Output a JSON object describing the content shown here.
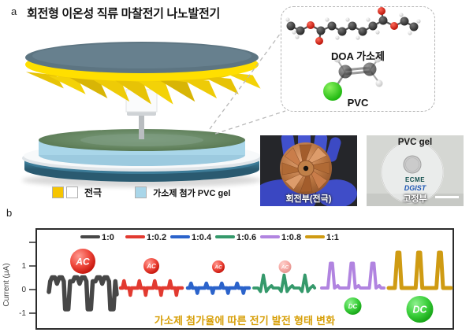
{
  "figure": {
    "panel_a": {
      "label": "a",
      "title": "회전형 이온성 직류 마찰전기 나노발전기",
      "inset": {
        "molecule_1_label": "DOA 가소제",
        "molecule_2_label": "PVC"
      },
      "legend": {
        "electrode": {
          "label": "전극",
          "swatch_colors": [
            "#f6c500",
            "#ffffff"
          ]
        },
        "gel": {
          "label": "가소제 첨가 PVC gel",
          "swatch_color": "#a9d6e9"
        }
      },
      "photo_rotor": {
        "caption": "회전부(전극)"
      },
      "photo_gel": {
        "title": "PVC gel",
        "logo_1": "ECME",
        "logo_2": "DGIST",
        "caption": "고정부"
      }
    },
    "panel_b": {
      "label": "b",
      "caption": "가소제 첨가율에 따른 전기 발전 형태 변화"
    }
  },
  "chart_data": {
    "type": "line",
    "title": "가소제 첨가율에 따른 전기 발전 형태 변화",
    "ylabel": "Current (μA)",
    "yticks": [
      1,
      0,
      -1
    ],
    "ylim": [
      -1.8,
      2.5
    ],
    "grid": false,
    "legend_position": "top-inside",
    "series": [
      {
        "name": "1:0",
        "color": "#474747",
        "signal": "AC",
        "shape": "square_ac",
        "peak_up_uA": 0.45,
        "peak_down_uA": -0.9,
        "n_peaks": 3,
        "badge": {
          "text": "AC",
          "size": "large",
          "faded": false
        }
      },
      {
        "name": "1:0.2",
        "color": "#e23a30",
        "signal": "AC",
        "shape": "spiky_ac",
        "peak_up_uA": 0.3,
        "peak_down_uA": -0.3,
        "n_peaks": 4,
        "badge": {
          "text": "AC",
          "size": "medium",
          "faded": false
        }
      },
      {
        "name": "1:0.4",
        "color": "#2b63cb",
        "signal": "AC",
        "shape": "spiky_ac",
        "peak_up_uA": 0.2,
        "peak_down_uA": -0.22,
        "n_peaks": 4,
        "badge": {
          "text": "AC",
          "size": "small",
          "faded": false
        }
      },
      {
        "name": "1:0.6",
        "color": "#35996b",
        "signal": "AC",
        "shape": "peaks",
        "peak_up_uA": 0.55,
        "peak_down_uA": -0.15,
        "n_peaks": 3,
        "badge": {
          "text": "AC",
          "size": "small",
          "faded": true
        }
      },
      {
        "name": "1:0.8",
        "color": "#b184e0",
        "signal": "DC",
        "shape": "spikes",
        "peak_up_uA": 1.05,
        "peak_down_uA": 0,
        "n_peaks": 3,
        "badge": {
          "text": "DC",
          "size": "medium",
          "faded": false
        }
      },
      {
        "name": "1:1",
        "color": "#cf9b13",
        "signal": "DC",
        "shape": "spikes",
        "peak_up_uA": 1.5,
        "peak_down_uA": 0,
        "n_peaks": 3,
        "badge": {
          "text": "DC",
          "size": "large",
          "faded": false
        }
      }
    ]
  }
}
